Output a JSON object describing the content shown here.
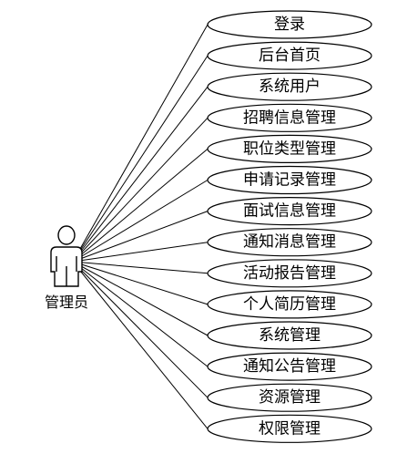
{
  "actor": {
    "label": "管理员",
    "icon": "stick-figure-icon"
  },
  "use_cases": [
    {
      "label": "登录"
    },
    {
      "label": "后台首页"
    },
    {
      "label": "系统用户"
    },
    {
      "label": "招聘信息管理"
    },
    {
      "label": "职位类型管理"
    },
    {
      "label": "申请记录管理"
    },
    {
      "label": "面试信息管理"
    },
    {
      "label": "通知消息管理"
    },
    {
      "label": "活动报告管理"
    },
    {
      "label": "个人简历管理"
    },
    {
      "label": "系统管理"
    },
    {
      "label": "通知公告管理"
    },
    {
      "label": "资源管理"
    },
    {
      "label": "权限管理"
    }
  ]
}
